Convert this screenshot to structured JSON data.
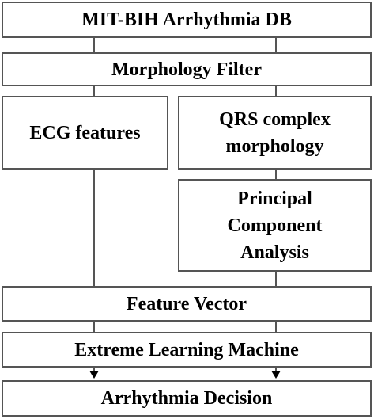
{
  "diagram": {
    "source_db": "MIT-BIH Arrhythmia DB",
    "filter": "Morphology Filter",
    "ecg_features": "ECG features",
    "qrs": [
      "QRS complex",
      "morphology"
    ],
    "pca": [
      "Principal",
      "Component",
      "Analysis"
    ],
    "feature_vector": "Feature Vector",
    "elm": "Extreme Learning Machine",
    "decision": "Arrhythmia Decision"
  }
}
